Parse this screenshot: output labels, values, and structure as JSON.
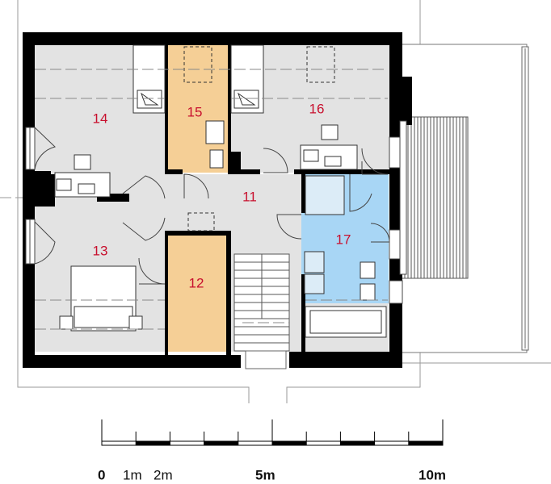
{
  "colors": {
    "wall": "#000000",
    "room_grey": "#e3e3e3",
    "room_beige": "#f5cf96",
    "room_blue": "#a8d6f5",
    "label": "#c8102e",
    "outline": "#9a9a9a"
  },
  "rooms": [
    {
      "id": "room-14",
      "label": "14"
    },
    {
      "id": "room-15",
      "label": "15"
    },
    {
      "id": "room-16",
      "label": "16"
    },
    {
      "id": "room-11",
      "label": "11"
    },
    {
      "id": "room-13",
      "label": "13"
    },
    {
      "id": "room-12",
      "label": "12"
    },
    {
      "id": "room-17",
      "label": "17"
    }
  ],
  "scale_bar": {
    "labels": [
      "0",
      "1m",
      "2m",
      "5m",
      "10m"
    ]
  }
}
